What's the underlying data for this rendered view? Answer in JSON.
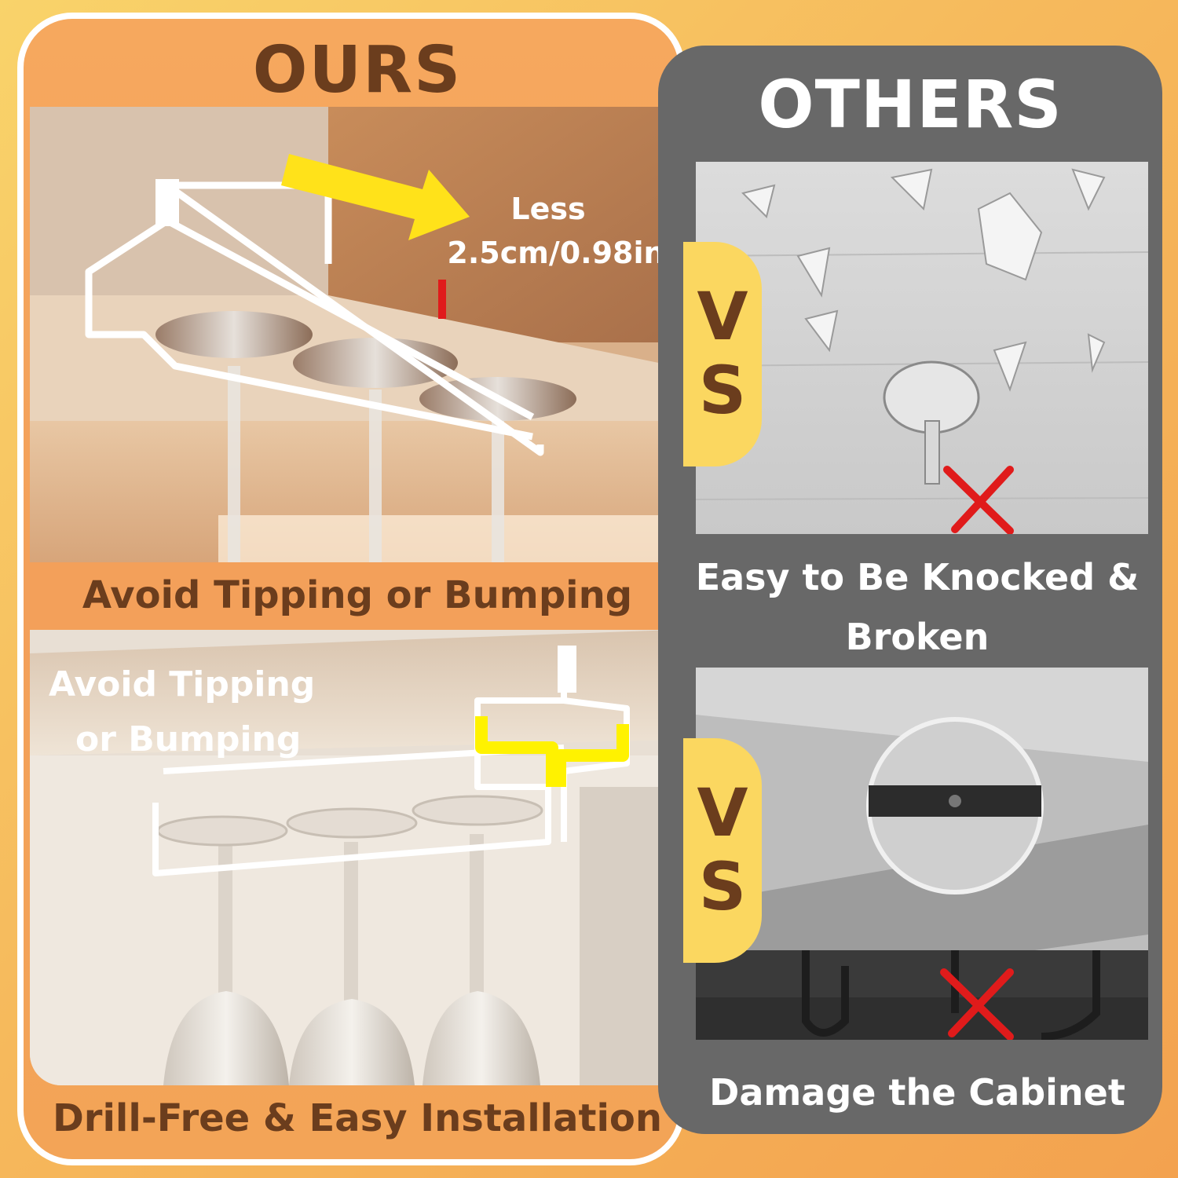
{
  "ours": {
    "title": "OURS",
    "top_photo": {
      "label_line1": "Less",
      "label_line2": "2.5cm/0.98in",
      "arrow_icon": "yellow-arrow-icon"
    },
    "caption_1": "Avoid Tipping or Bumping",
    "bottom_photo": {
      "label_line1": "Avoid Tipping",
      "label_line2": "or Bumping"
    },
    "caption_2": "Drill-Free & Easy Installation"
  },
  "others": {
    "title": "OTHERS",
    "caption_1_line1": "Easy to Be Knocked &",
    "caption_1_line2": "Broken",
    "caption_2": "Damage the Cabinet",
    "cross_icon": "red-x-icon"
  },
  "vs": {
    "v": "V",
    "s": "S"
  },
  "colors": {
    "brown": "#6b3d1d",
    "orange": "#f3a05a",
    "yellow": "#fbd760",
    "gray": "#686868",
    "red": "#e01b1b"
  }
}
